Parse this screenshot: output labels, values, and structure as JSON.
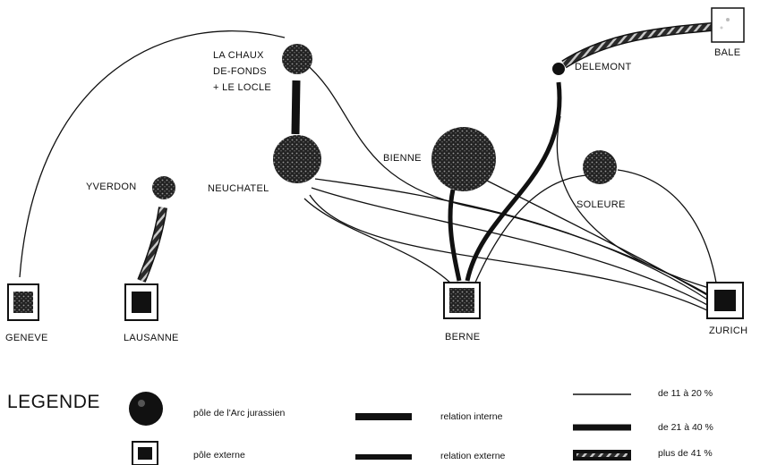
{
  "nodes": {
    "la_chaux": {
      "line1": "LA CHAUX",
      "line2": "DE-FONDS",
      "line3": "+ LE LOCLE"
    },
    "delemont": "DELEMONT",
    "bale": "BALE",
    "bienne": "BIENNE",
    "neuchatel": "NEUCHATEL",
    "yverdon": "YVERDON",
    "soleure": "SOLEURE",
    "geneve": "GENEVE",
    "lausanne": "LAUSANNE",
    "berne": "BERNE",
    "zurich": "ZURICH"
  },
  "legend": {
    "title": "LEGENDE",
    "pole_arc": "pôle de l'Arc jurassien",
    "pole_externe": "pôle externe",
    "relation_interne": "relation interne",
    "relation_externe": "relation externe",
    "range_1": "de 11 à 20 %",
    "range_2": "de 21 à 40 %",
    "range_3": "plus de 41 %"
  },
  "colors": {
    "ink": "#111111",
    "paper": "#ffffff",
    "hatch": "#bdbdbd"
  }
}
